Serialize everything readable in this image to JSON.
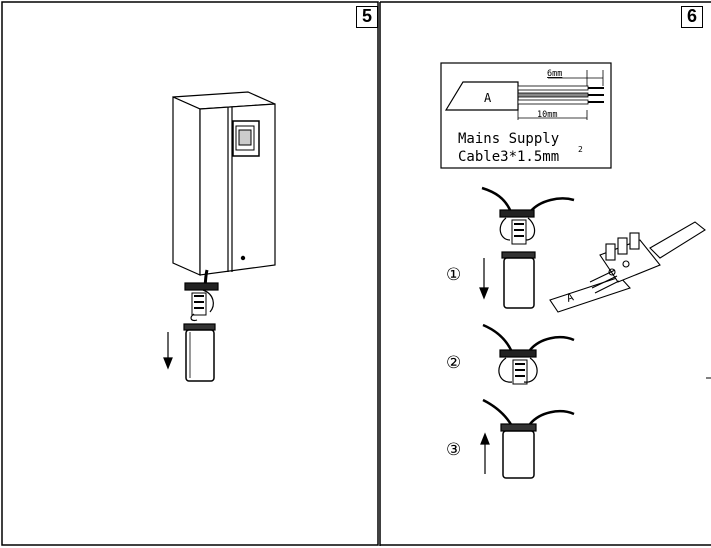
{
  "panels": [
    {
      "number": "5"
    },
    {
      "number": "6"
    }
  ],
  "cable_spec": {
    "label_a": "A",
    "strip_length": "6mm",
    "sheath_length": "10mm",
    "title_line1": "Mains Supply",
    "title_line2": "Cable3*1.5mm",
    "superscript": "2"
  },
  "steps": [
    {
      "marker": "①"
    },
    {
      "marker": "②"
    },
    {
      "marker": "③"
    }
  ],
  "connector_label": "A",
  "colors": {
    "line": "#000000",
    "dark": "#333333",
    "paper": "#ffffff"
  }
}
